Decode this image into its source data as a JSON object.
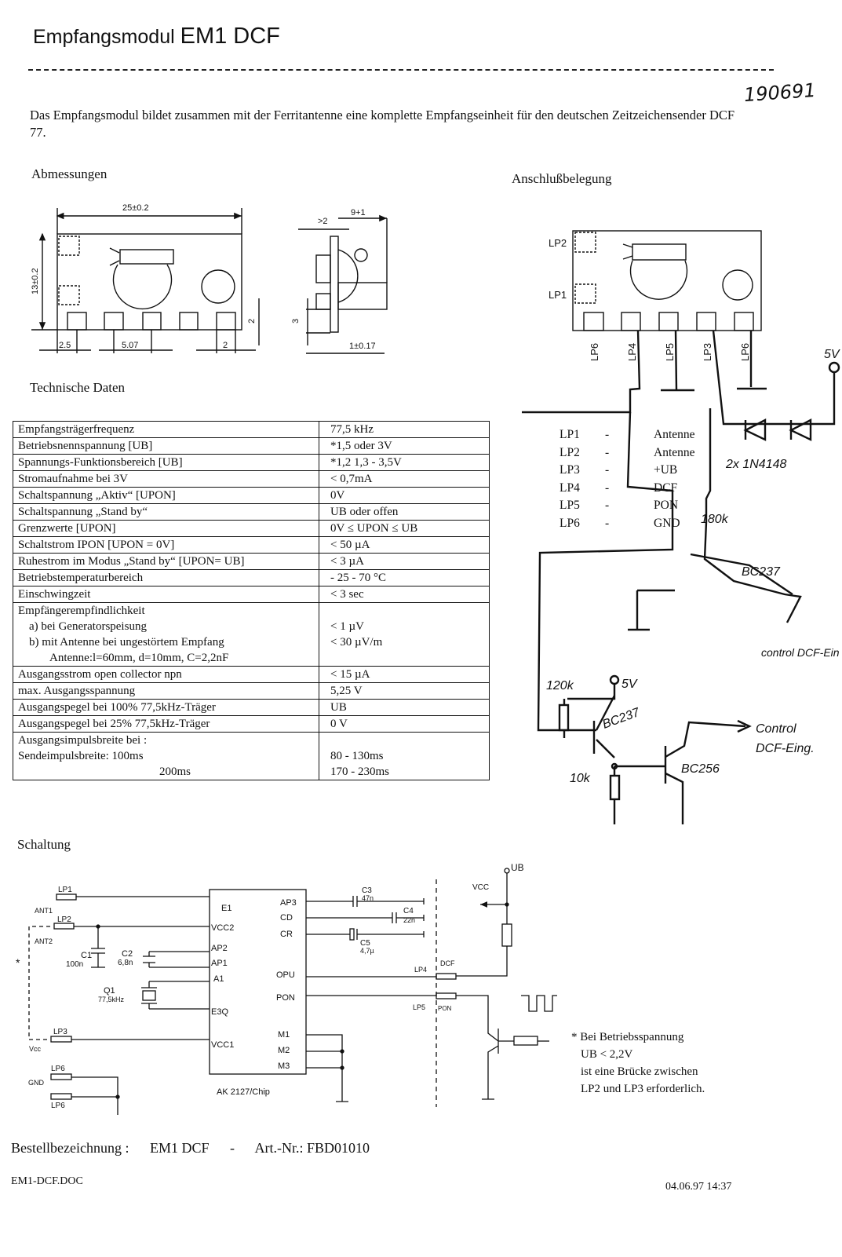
{
  "header": {
    "title_prefix": "Empfangsmodul",
    "title_model": "EM1 DCF",
    "handwritten_number": "190691"
  },
  "intro": "Das Empfangsmodul bildet zusammen mit der Ferritantenne eine komplette Empfangseinheit für den deutschen Zeitzeichensender DCF 77.",
  "sections": {
    "dimensions": "Abmessungen",
    "pinout": "Anschlußbelegung",
    "tech_data": "Technische Daten",
    "circuit": "Schaltung"
  },
  "dimensions": {
    "width": "25±0.2",
    "height": "13±0.2",
    "pin_offset": "2.5",
    "pin_pitch": "5.07",
    "pin_end": "2",
    "pin_height": "2",
    "depth": "9+1",
    "standoff": ">2",
    "pin_length": "3",
    "board_thickness": "1±0.17"
  },
  "pinout": {
    "pads": [
      "LP2",
      "LP1"
    ],
    "bottom_pins": [
      "LP6",
      "LP4",
      "LP5",
      "LP3",
      "LP6"
    ],
    "mapping": [
      {
        "pin": "LP1",
        "desc": "Antenne"
      },
      {
        "pin": "LP2",
        "desc": "Antenne"
      },
      {
        "pin": "LP3",
        "desc": "+UB"
      },
      {
        "pin": "LP4",
        "desc": "DCF"
      },
      {
        "pin": "LP5",
        "desc": "PON"
      },
      {
        "pin": "LP6",
        "desc": "GND"
      }
    ],
    "separator": "-"
  },
  "tech_table": [
    {
      "param": "Empfangsträgerfrequenz",
      "value": "77,5 kHz"
    },
    {
      "param": "Betriebsnennspannung [UB]",
      "value": "*1,5 oder 3V"
    },
    {
      "param": "Spannungs-Funktionsbereich [UB]",
      "value": "*1,2 1,3 - 3,5V"
    },
    {
      "param": "Stromaufnahme bei 3V",
      "value": "< 0,7mA"
    },
    {
      "param": "Schaltspannung „Aktiv“ [UPON]",
      "value": "0V"
    },
    {
      "param": "Schaltspannung „Stand by“",
      "value": "UB oder offen"
    },
    {
      "param": "Grenzwerte [UPON]",
      "value": "0V ≤ UPON ≤ UB"
    },
    {
      "param": "Schaltstrom IPON [UPON = 0V]",
      "value": "< 50 µA"
    },
    {
      "param": "Ruhestrom im Modus „Stand by“ [UPON= UB]",
      "value": "<  3 µA"
    },
    {
      "param": "Betriebstemperaturbereich",
      "value": "- 25 - 70 °C"
    },
    {
      "param": "Einschwingzeit",
      "value": "< 3 sec"
    },
    {
      "param": "Empfängerempfindlichkeit",
      "sub": [
        "a) bei Generatorspeisung",
        "b) mit Antenne bei ungestörtem Empfang",
        "Antenne:l=60mm, d=10mm, C=2,2nF"
      ],
      "values": [
        "< 1 µV",
        "< 30 µV/m"
      ]
    },
    {
      "param": "Ausgangsstrom  open collector npn",
      "value": "< 15 µA"
    },
    {
      "param": "max. Ausgangsspannung",
      "value": "5,25 V"
    },
    {
      "param": "Ausgangspegel bei 100% 77,5kHz-Träger",
      "value": "UB"
    },
    {
      "param": "Ausgangspegel bei  25% 77,5kHz-Träger",
      "value": "0 V"
    },
    {
      "param": "Ausgangsimpulsbreite bei :",
      "sub": [
        "Sendeimpulsbreite: 100ms",
        "200ms"
      ],
      "values": [
        "80 - 130ms",
        "170 - 230ms"
      ]
    }
  ],
  "handwritten_circuit": {
    "supply": "5V",
    "diodes": "2x 1N4148",
    "resistor_top": "180k",
    "transistor_top": "BC237",
    "output_top": "control DCF-Ein",
    "resistor_left": "120k",
    "supply_2": "5V",
    "transistor_mid": "BC237",
    "transistor_pnp": "BC256",
    "resistor_bottom": "10k",
    "output_bottom_1": "Control",
    "output_bottom_2": "DCF-Eing."
  },
  "schematic": {
    "chip": "AK 2127/Chip",
    "left_pins": [
      "E1",
      "VCC2",
      "AP2",
      "AP1",
      "A1",
      "E3Q",
      "VCC1"
    ],
    "right_pins": [
      "AP3",
      "CD",
      "CR",
      "OPU",
      "PON",
      "M1",
      "M2",
      "M3"
    ],
    "pads_left": [
      "LP1",
      "LP2",
      "LP3",
      "LP6",
      "LP6"
    ],
    "net_labels": [
      "ANT1",
      "ANT2",
      "Vcc",
      "GND"
    ],
    "components": {
      "c1": "C1",
      "c1_val": "100n",
      "c2": "C2",
      "c2_val": "6,8n",
      "q1": "Q1",
      "q1_val": "77,5kHz",
      "c3": "C3",
      "c3_val": "47n",
      "c4": "C4",
      "c4_val": "22n",
      "c5": "C5",
      "c5_val": "4,7µ"
    },
    "right_side": {
      "ub": "UB",
      "vcc": "VCC",
      "lp4": "LP4",
      "dcf": "DCF",
      "lp5": "LP5",
      "pon": "PON"
    },
    "star": "*"
  },
  "footnote": {
    "line1": "* Bei Betriebsspannung",
    "line2": "UB < 2,2V",
    "line3": "ist eine Brücke zwischen",
    "line4": "LP2 und LP3 erforderlich."
  },
  "order": {
    "label": "Bestellbezeichnung :",
    "model": "EM1 DCF",
    "dash": "-",
    "article": "Art.-Nr.: FBD01010"
  },
  "footer": {
    "filename": "EM1-DCF.DOC",
    "datetime": "04.06.97 14:37"
  }
}
